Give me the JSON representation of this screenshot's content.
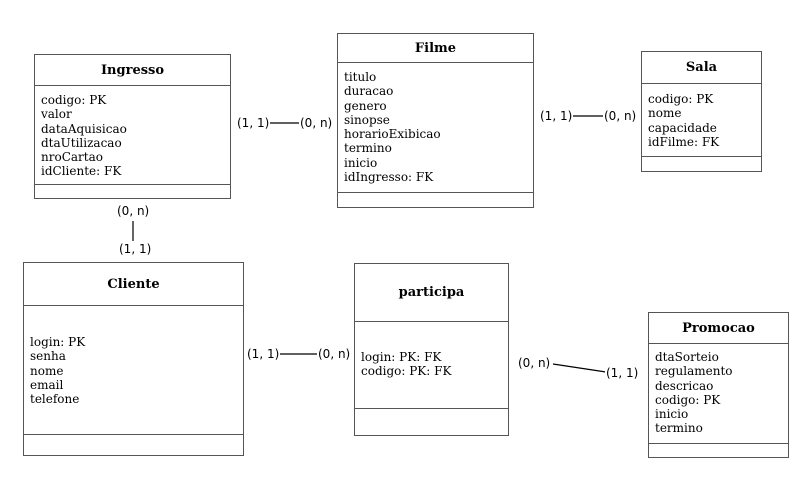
{
  "entities": {
    "ingresso": {
      "title": "Ingresso",
      "attributes": [
        "codigo: PK",
        "valor",
        "dataAquisicao",
        "dtaUtilizacao",
        "nroCartao",
        "idCliente: FK"
      ]
    },
    "filme": {
      "title": "Filme",
      "attributes": [
        "titulo",
        "duracao",
        "genero",
        "sinopse",
        "horarioExibicao",
        "termino",
        "inicio",
        "idIngresso: FK"
      ]
    },
    "sala": {
      "title": "Sala",
      "attributes": [
        "codigo: PK",
        "nome",
        "capacidade",
        "idFilme: FK"
      ]
    },
    "cliente": {
      "title": "Cliente",
      "attributes": [
        "login: PK",
        "senha",
        "nome",
        "email",
        "telefone"
      ]
    },
    "participa": {
      "title": "participa",
      "attributes": [
        "login: PK: FK",
        "codigo: PK: FK"
      ]
    },
    "promocao": {
      "title": "Promocao",
      "attributes": [
        "dtaSorteio",
        "regulamento",
        "descricao",
        "codigo: PK",
        "inicio",
        "termino"
      ]
    }
  },
  "relationships": [
    {
      "from": "Ingresso",
      "to": "Filme",
      "from_cardinality": "(1, 1)",
      "to_cardinality": "(0, n)"
    },
    {
      "from": "Filme",
      "to": "Sala",
      "from_cardinality": "(1, 1)",
      "to_cardinality": "(0, n)"
    },
    {
      "from": "Ingresso",
      "to": "Cliente",
      "from_cardinality": "(0, n)",
      "to_cardinality": "(1, 1)"
    },
    {
      "from": "Cliente",
      "to": "participa",
      "from_cardinality": "(1, 1)",
      "to_cardinality": "(0, n)"
    },
    {
      "from": "participa",
      "to": "Promocao",
      "from_cardinality": "(0, n)",
      "to_cardinality": "(1, 1)"
    }
  ],
  "colors": {
    "border": "#555555",
    "line": "#000000",
    "background": "#ffffff"
  }
}
